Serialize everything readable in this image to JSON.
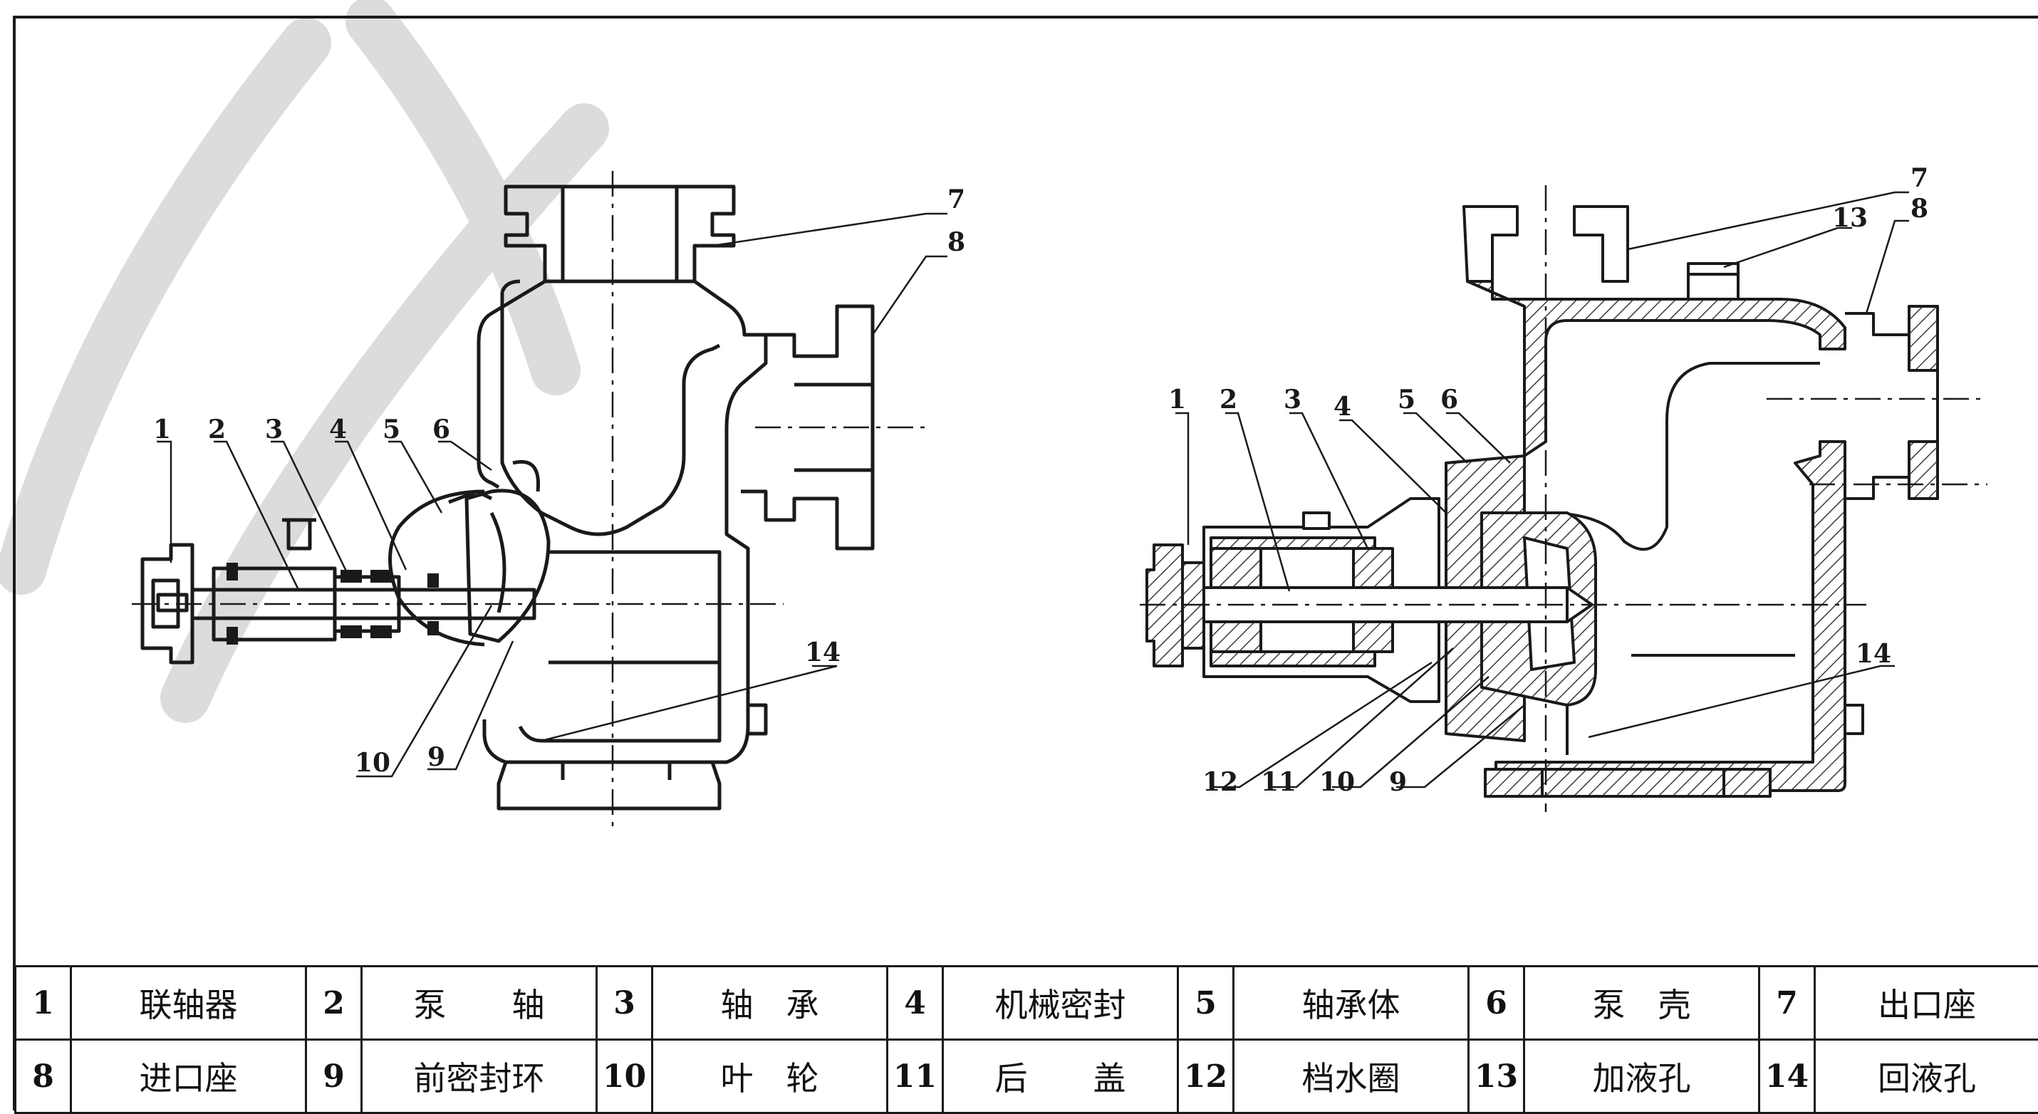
{
  "callouts_left": [
    "1",
    "2",
    "3",
    "4",
    "5",
    "6",
    "7",
    "8",
    "9",
    "10",
    "14"
  ],
  "callouts_right": [
    "1",
    "2",
    "3",
    "4",
    "5",
    "6",
    "7",
    "8",
    "9",
    "10",
    "11",
    "12",
    "13",
    "14"
  ],
  "parts": [
    {
      "no": "1",
      "name": "联轴器"
    },
    {
      "no": "2",
      "name": "泵　　轴"
    },
    {
      "no": "3",
      "name": "轴　承"
    },
    {
      "no": "4",
      "name": "机械密封"
    },
    {
      "no": "5",
      "name": "轴承体"
    },
    {
      "no": "6",
      "name": "泵　壳"
    },
    {
      "no": "7",
      "name": "出口座"
    },
    {
      "no": "8",
      "name": "进口座"
    },
    {
      "no": "9",
      "name": "前密封环"
    },
    {
      "no": "10",
      "name": "叶　轮"
    },
    {
      "no": "11",
      "name": "后　　盖"
    },
    {
      "no": "12",
      "name": "档水圈"
    },
    {
      "no": "13",
      "name": "加液孔"
    },
    {
      "no": "14",
      "name": "回液孔"
    }
  ],
  "colors": {
    "line": "#1a1a1a",
    "hatch": "#3a3a3a",
    "watermark": "#d9d9d9"
  }
}
